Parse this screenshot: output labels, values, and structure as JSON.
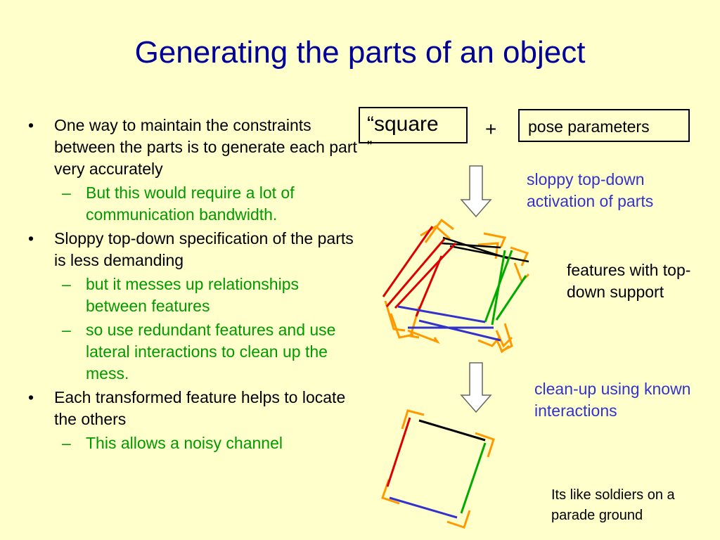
{
  "title": "Generating the parts of an object",
  "bullets": [
    {
      "text": "One way to maintain the constraints between the parts is to generate each part very accurately",
      "subs": [
        "But this would require a lot of communication bandwidth."
      ]
    },
    {
      "text": "Sloppy top-down specification of the parts is less demanding",
      "subs": [
        "but it messes up relationships between features",
        "so use redundant features and use lateral interactions to clean up the mess."
      ]
    },
    {
      "text": "Each transformed feature helps to locate the others",
      "subs": [
        "This allows a noisy channel"
      ]
    }
  ],
  "diagram": {
    "square_box_line1": "“square",
    "square_box_line2": "”",
    "plus": "+",
    "pose_box": "pose parameters",
    "label_sloppy": "sloppy  top-down activation of parts",
    "label_features": "features with top-down support",
    "label_cleanup": "clean-up using known interactions",
    "label_soldiers": "Its like soldiers on a parade ground",
    "colors": {
      "title": "#000099",
      "green": "#009900",
      "blue": "#3333cc",
      "orange": "#ff9900",
      "red": "#dd0000",
      "bar_green": "#00aa00",
      "bar_blue": "#3333cc"
    }
  }
}
